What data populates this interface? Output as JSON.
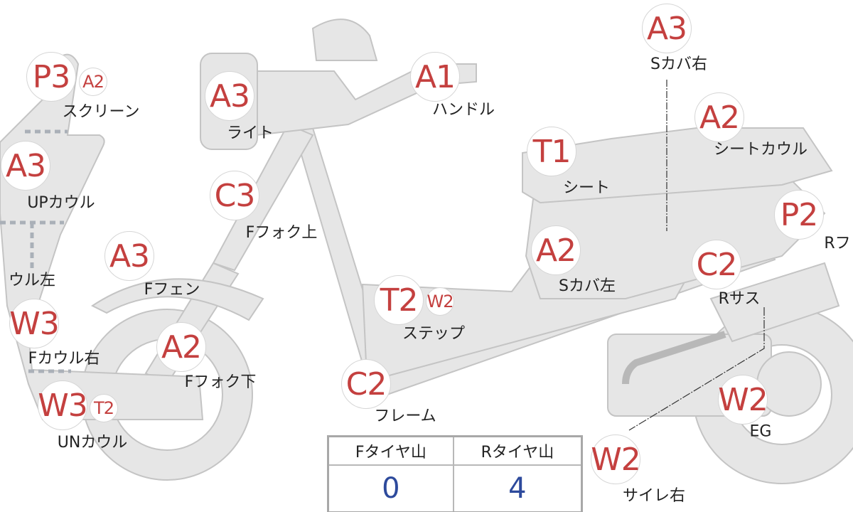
{
  "colors": {
    "grade": "#c4403f",
    "value": "#2d4a9c",
    "body": "#e6e6e6",
    "outline": "#c4c4c4"
  },
  "parts": [
    {
      "id": "screen",
      "grades": [
        "P3",
        "A2"
      ],
      "label": "スクリーン"
    },
    {
      "id": "light",
      "grades": [
        "A3"
      ],
      "label": "ライト"
    },
    {
      "id": "handle",
      "grades": [
        "A1"
      ],
      "label": "ハンドル"
    },
    {
      "id": "side-cover-right",
      "grades": [
        "A3"
      ],
      "label": "Sカバ右"
    },
    {
      "id": "seat-cowl",
      "grades": [
        "A2"
      ],
      "label": "シートカウル"
    },
    {
      "id": "seat",
      "grades": [
        "T1"
      ],
      "label": "シート"
    },
    {
      "id": "upper-cowl",
      "grades": [
        "A3"
      ],
      "label": "UPカウル"
    },
    {
      "id": "front-fork-upper",
      "grades": [
        "C3"
      ],
      "label": "Fフォク上"
    },
    {
      "id": "rear-fender",
      "grades": [
        "P2"
      ],
      "label": "Rフ"
    },
    {
      "id": "side-cover-left",
      "grades": [
        "A2"
      ],
      "label": "Sカバ左"
    },
    {
      "id": "rear-suspension",
      "grades": [
        "C2"
      ],
      "label": "Rサス"
    },
    {
      "id": "front-fender",
      "grades": [
        "A3"
      ],
      "label": "Fフェン"
    },
    {
      "id": "cowl-left",
      "grades": [],
      "label": "ウル左"
    },
    {
      "id": "step",
      "grades": [
        "T2",
        "W2"
      ],
      "label": "ステップ"
    },
    {
      "id": "front-cowl-right",
      "grades": [
        "W3"
      ],
      "label": "Fカウル右"
    },
    {
      "id": "front-fork-lower",
      "grades": [
        "A2"
      ],
      "label": "Fフォク下"
    },
    {
      "id": "frame",
      "grades": [
        "C2"
      ],
      "label": "フレーム"
    },
    {
      "id": "under-cowl",
      "grades": [
        "W3",
        "T2"
      ],
      "label": "UNカウル"
    },
    {
      "id": "engine",
      "grades": [
        "W2"
      ],
      "label": "EG"
    },
    {
      "id": "silencer-right",
      "grades": [
        "W2"
      ],
      "label": "サイレ右"
    }
  ],
  "tire_table": {
    "headers": [
      "Fタイヤ山",
      "Rタイヤ山"
    ],
    "values": [
      "0",
      "4"
    ]
  }
}
